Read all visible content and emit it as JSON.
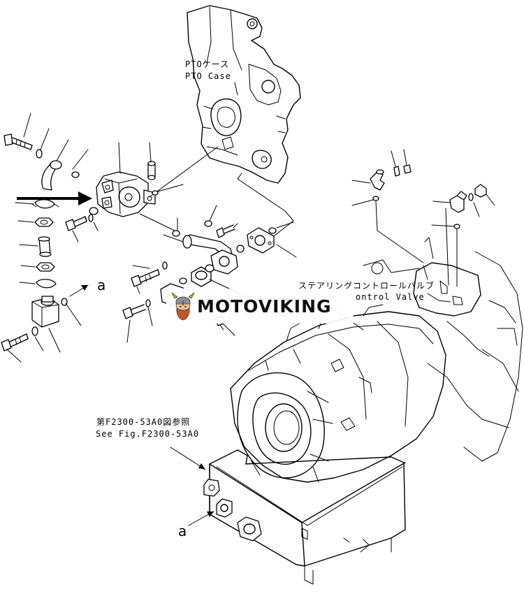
{
  "labels": {
    "pto_case_jp": "PTOケース",
    "pto_case_en": "PTO Case",
    "steering_valve_jp": "ステアリングコントロールバルブ",
    "steering_valve_en": "ontrol Valve",
    "see_fig_jp": "第F2300-53A0図参照",
    "see_fig_en": "See Fig.F2300-53A0",
    "callout_a_upper": "a",
    "callout_a_lower": "a"
  },
  "watermark": {
    "text": "MOTOVIKING",
    "logo_icon": "viking-helmet-logo-icon"
  },
  "colors": {
    "line": "#000000",
    "background": "#ffffff"
  }
}
